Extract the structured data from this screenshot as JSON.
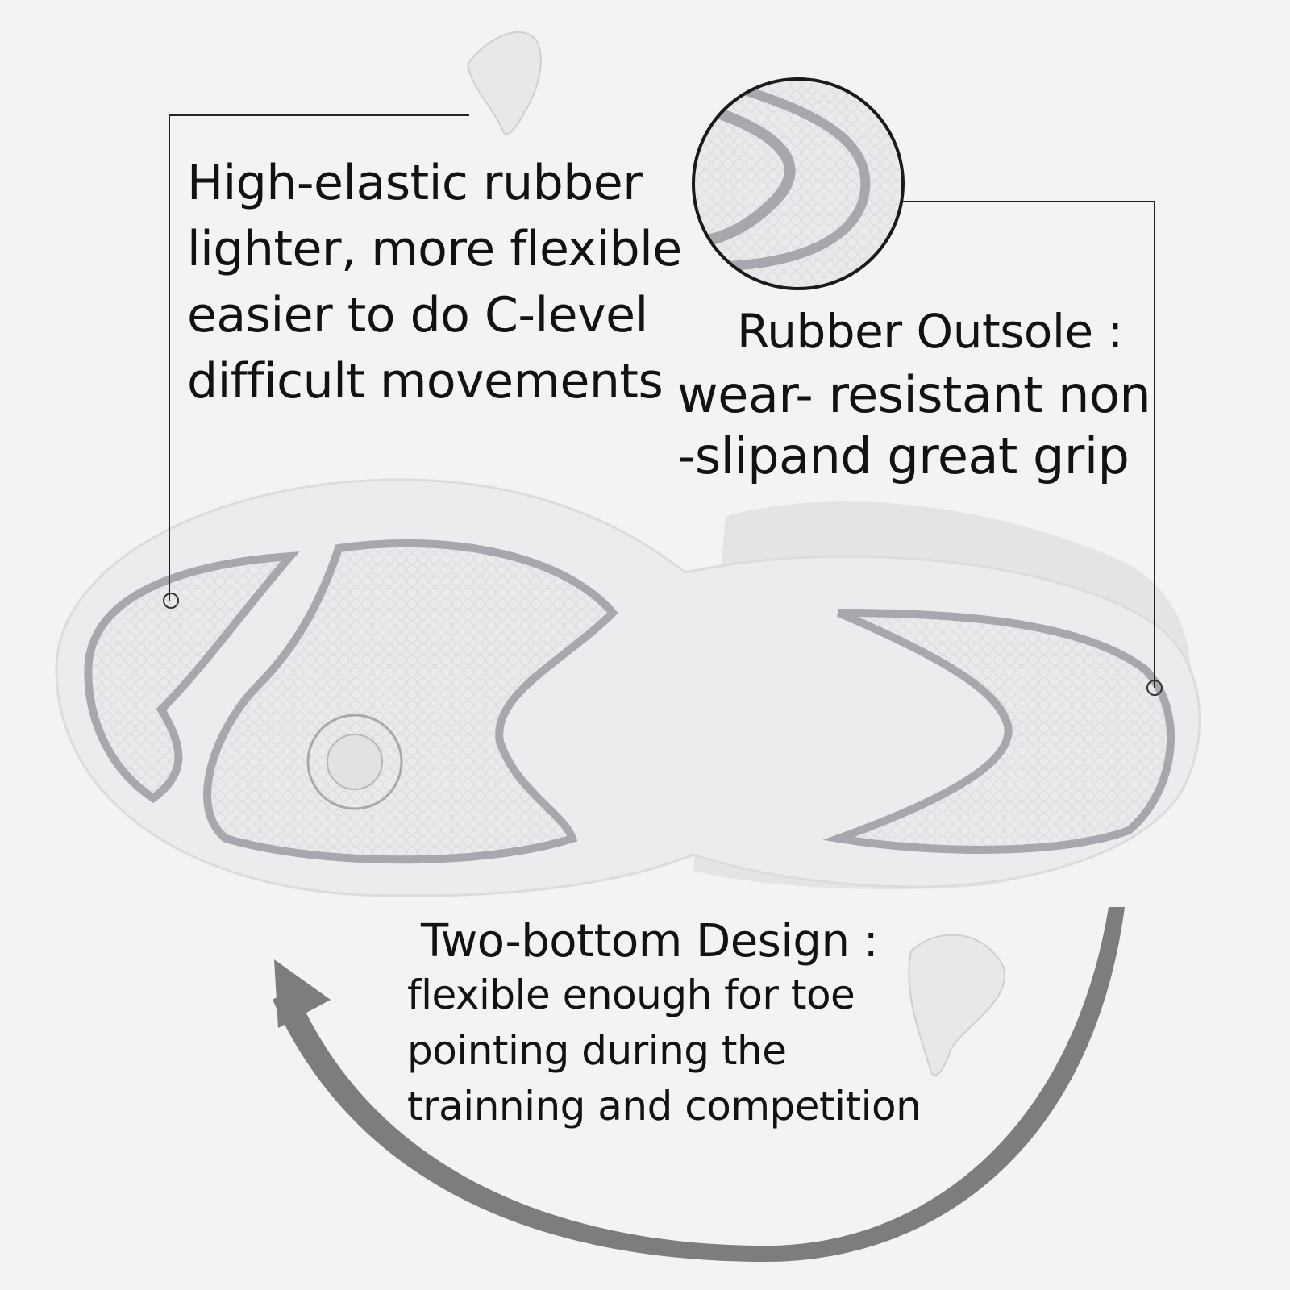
{
  "callouts": {
    "elastic": {
      "lines": [
        "High-elastic rubber",
        "lighter, more flexible",
        "easier to do C-level",
        "difficult movements"
      ]
    },
    "outsole": {
      "title": "Rubber Outsole :",
      "lines": [
        "wear- resistant non",
        "-slipand great grip"
      ]
    },
    "design": {
      "title": "Two-bottom Design :",
      "lines": [
        "flexible enough for toe",
        "pointing during the",
        "trainning and competition"
      ]
    }
  },
  "colors": {
    "background": "#f3f3f3",
    "text": "#121212",
    "sole": "#ebebed",
    "tread_lines": "#a7a7ad",
    "arrow": "#7d7d7d"
  },
  "icons": {
    "zoom_lens": "magnifier-circle-tread-icon",
    "pointed_shoe_top": "shoe-pointe-icon",
    "pointed_shoe_bottom": "shoe-pointe-icon",
    "flex_arrow": "curved-arrow-icon"
  }
}
